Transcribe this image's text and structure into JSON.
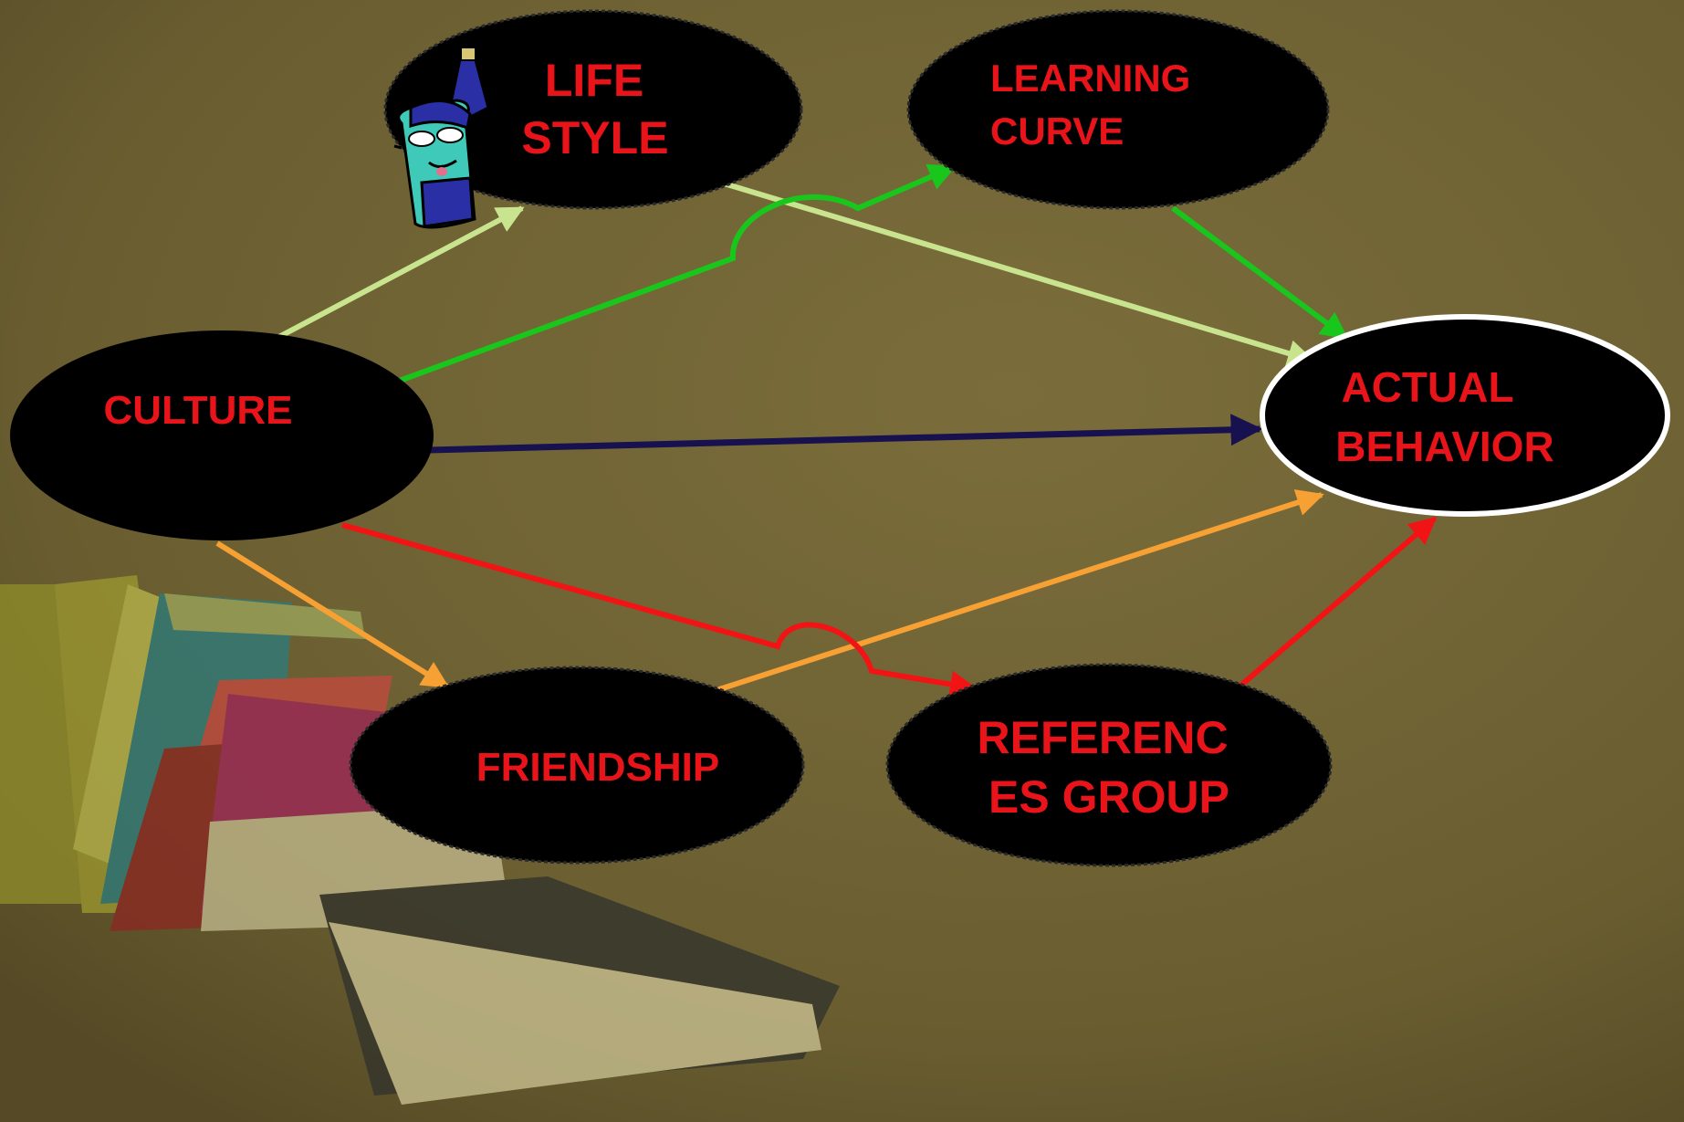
{
  "colors": {
    "background": "#6e6234",
    "node_fill": "#000000",
    "label": "#e8141a",
    "arrow_lifestyle": "#c9e48e",
    "arrow_learning": "#19c61c",
    "arrow_actual": "#17114f",
    "arrow_friendship": "#f7a033",
    "arrow_reference": "#f21414",
    "actual_border": "#ffffff"
  },
  "nodes": {
    "culture": {
      "lines": [
        "CULTURE"
      ]
    },
    "lifestyle": {
      "lines": [
        "LIFE",
        "STYLE"
      ]
    },
    "learning": {
      "lines": [
        "LEARNING",
        "CURVE"
      ]
    },
    "actual": {
      "lines": [
        "ACTUAL",
        "BEHAVIOR"
      ]
    },
    "friendship": {
      "lines": [
        "FRIENDSHIP"
      ]
    },
    "reference": {
      "lines": [
        "REFERENC",
        "ES GROUP"
      ]
    }
  },
  "edges": [
    {
      "from": "culture",
      "to": "lifestyle",
      "color": "arrow_lifestyle"
    },
    {
      "from": "culture",
      "to": "learning",
      "color": "arrow_learning"
    },
    {
      "from": "culture",
      "to": "actual",
      "color": "arrow_actual"
    },
    {
      "from": "culture",
      "to": "friendship",
      "color": "arrow_friendship"
    },
    {
      "from": "culture",
      "to": "reference",
      "color": "arrow_reference"
    },
    {
      "from": "lifestyle",
      "to": "actual",
      "color": "arrow_lifestyle"
    },
    {
      "from": "learning",
      "to": "actual",
      "color": "arrow_learning"
    },
    {
      "from": "friendship",
      "to": "actual",
      "color": "arrow_friendship"
    },
    {
      "from": "reference",
      "to": "actual",
      "color": "arrow_reference"
    }
  ],
  "decorations": {
    "mascot": "bottle-mascot-icon",
    "background_image": "book-stack-icon"
  }
}
